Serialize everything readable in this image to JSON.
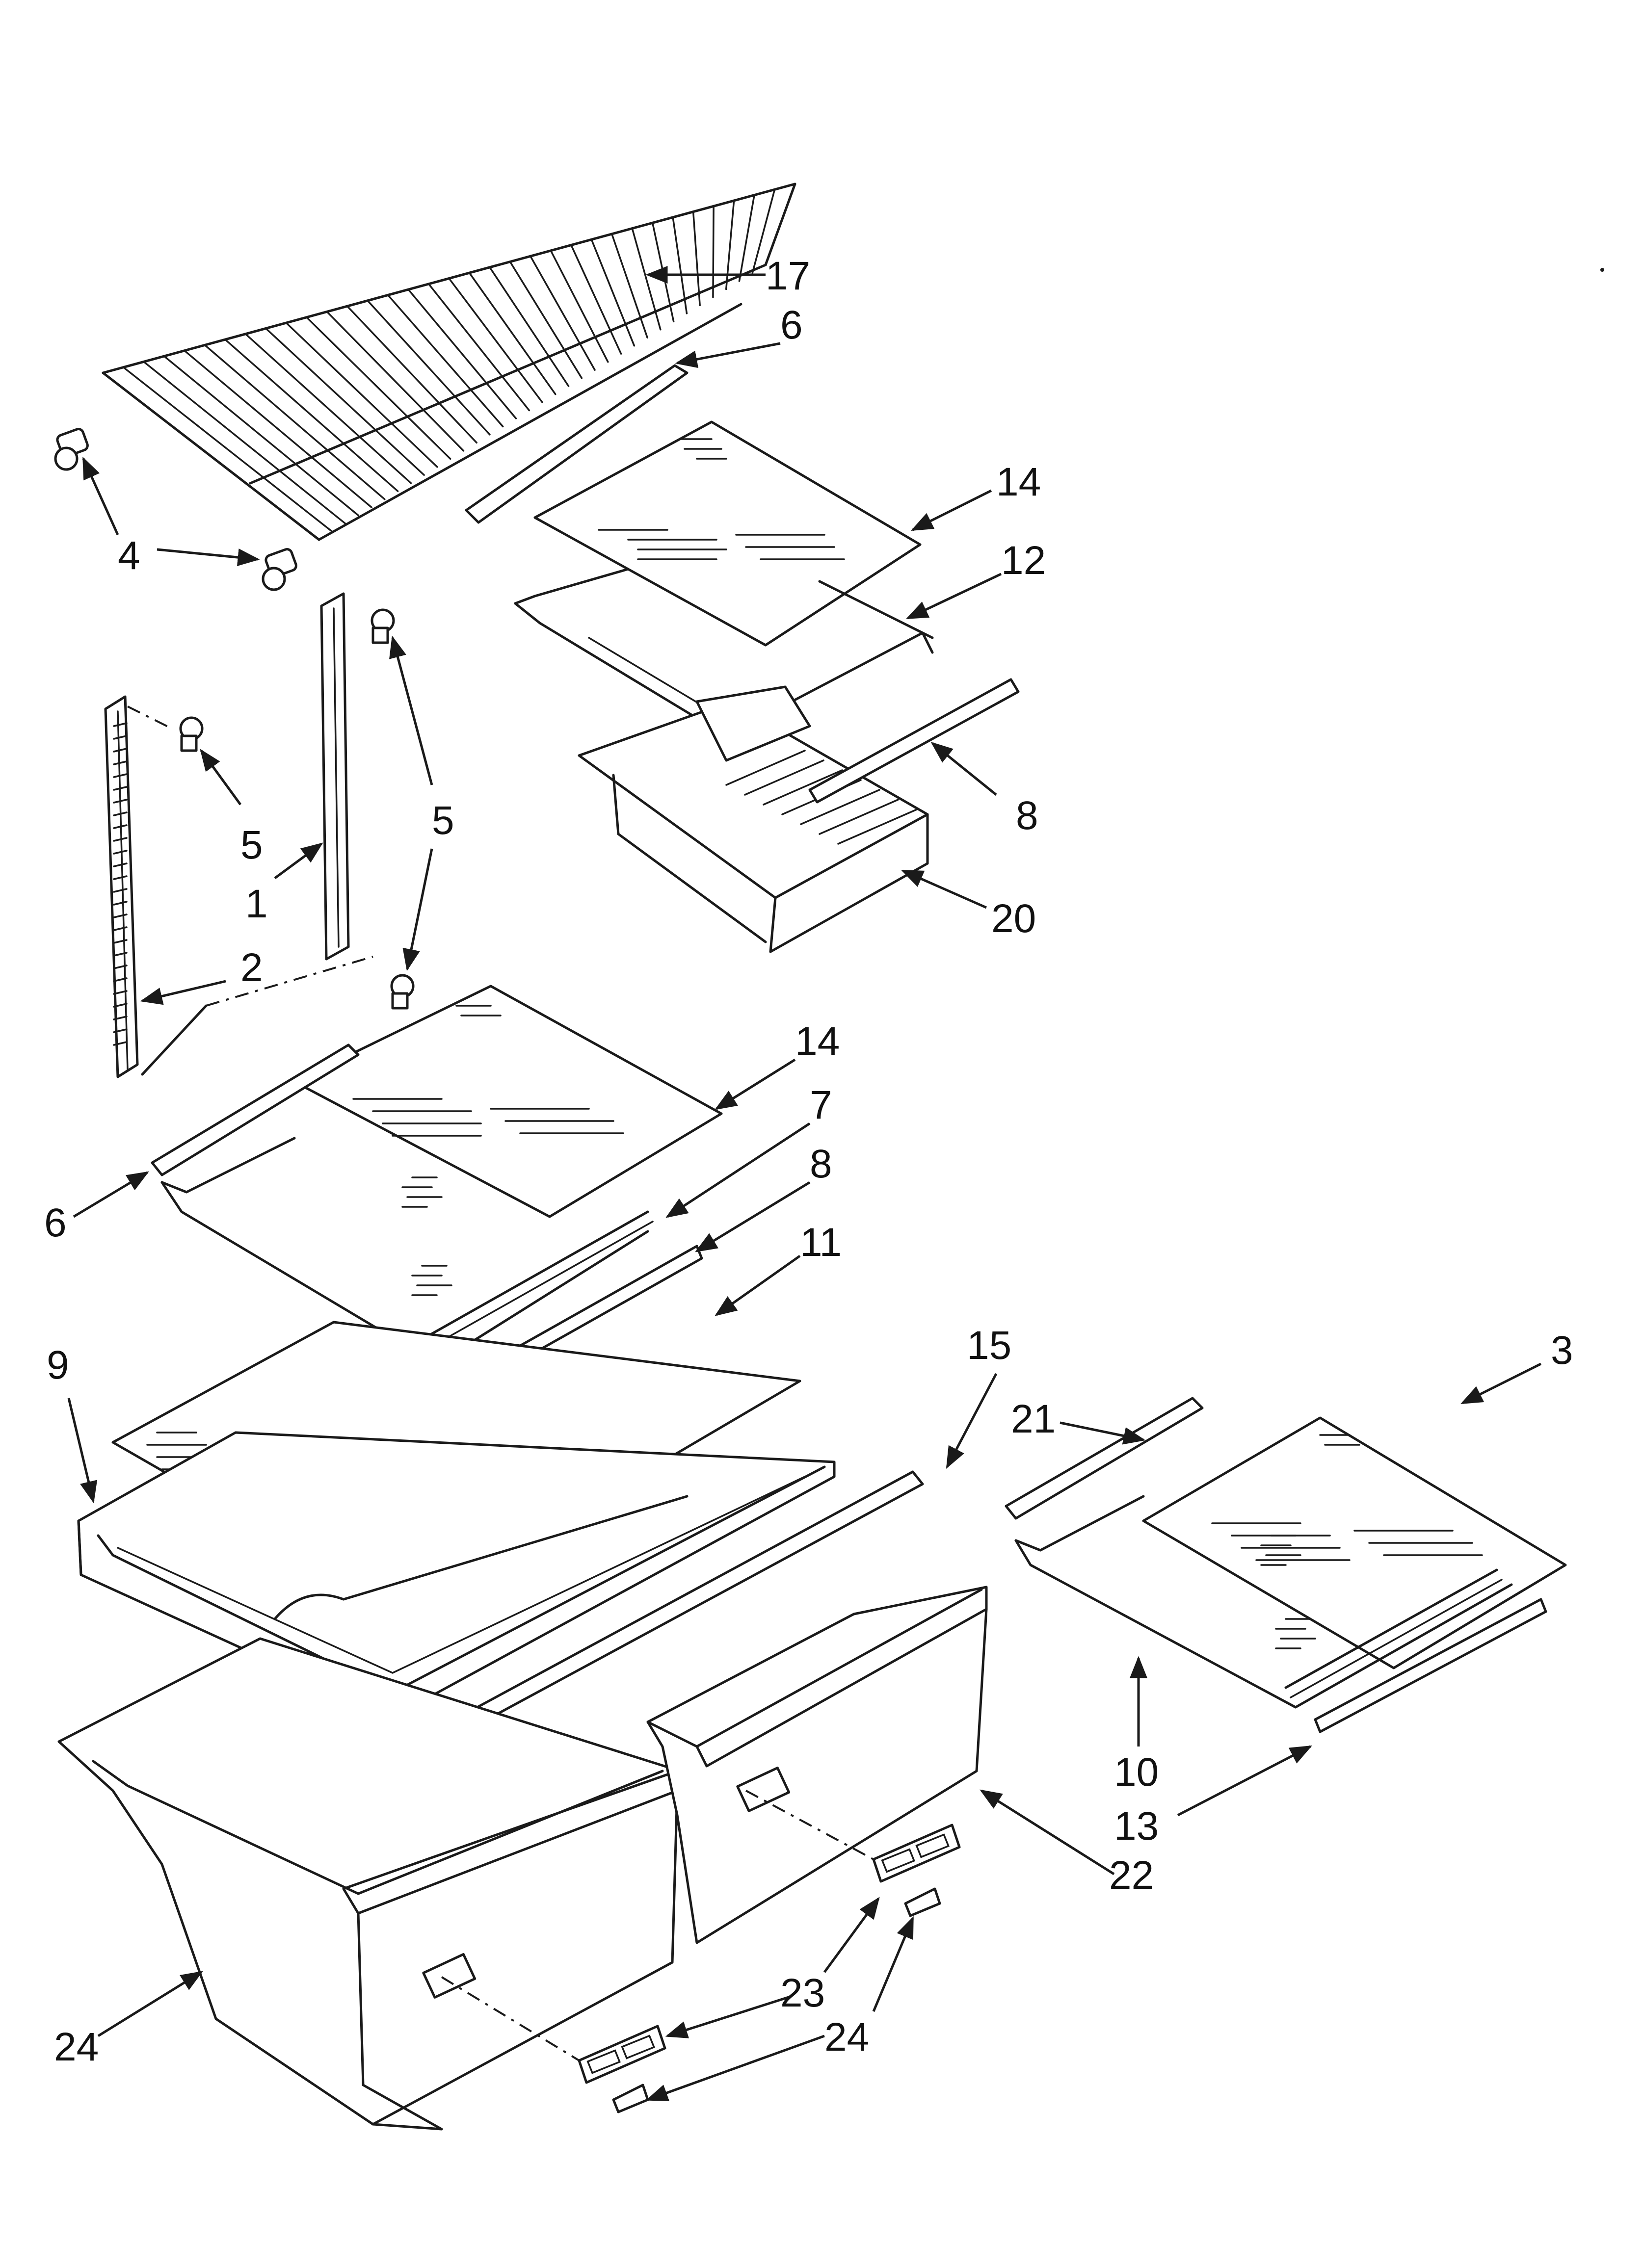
{
  "callouts": [
    {
      "id": "c17",
      "text": "17"
    },
    {
      "id": "c6a",
      "text": "6"
    },
    {
      "id": "c14a",
      "text": "14"
    },
    {
      "id": "c12",
      "text": "12"
    },
    {
      "id": "c4",
      "text": "4"
    },
    {
      "id": "c5a",
      "text": "5"
    },
    {
      "id": "c5b",
      "text": "5"
    },
    {
      "id": "c1",
      "text": "1"
    },
    {
      "id": "c8a",
      "text": "8"
    },
    {
      "id": "c20",
      "text": "20"
    },
    {
      "id": "c2",
      "text": "2"
    },
    {
      "id": "c14b",
      "text": "14"
    },
    {
      "id": "c7",
      "text": "7"
    },
    {
      "id": "c8b",
      "text": "8"
    },
    {
      "id": "c6b",
      "text": "6"
    },
    {
      "id": "c11",
      "text": "11"
    },
    {
      "id": "c9",
      "text": "9"
    },
    {
      "id": "c15",
      "text": "15"
    },
    {
      "id": "c3",
      "text": "3"
    },
    {
      "id": "c21",
      "text": "21"
    },
    {
      "id": "c10",
      "text": "10"
    },
    {
      "id": "c13",
      "text": "13"
    },
    {
      "id": "c22",
      "text": "22"
    },
    {
      "id": "c23",
      "text": "23"
    },
    {
      "id": "c24a",
      "text": "24"
    },
    {
      "id": "c24b",
      "text": "24"
    }
  ]
}
